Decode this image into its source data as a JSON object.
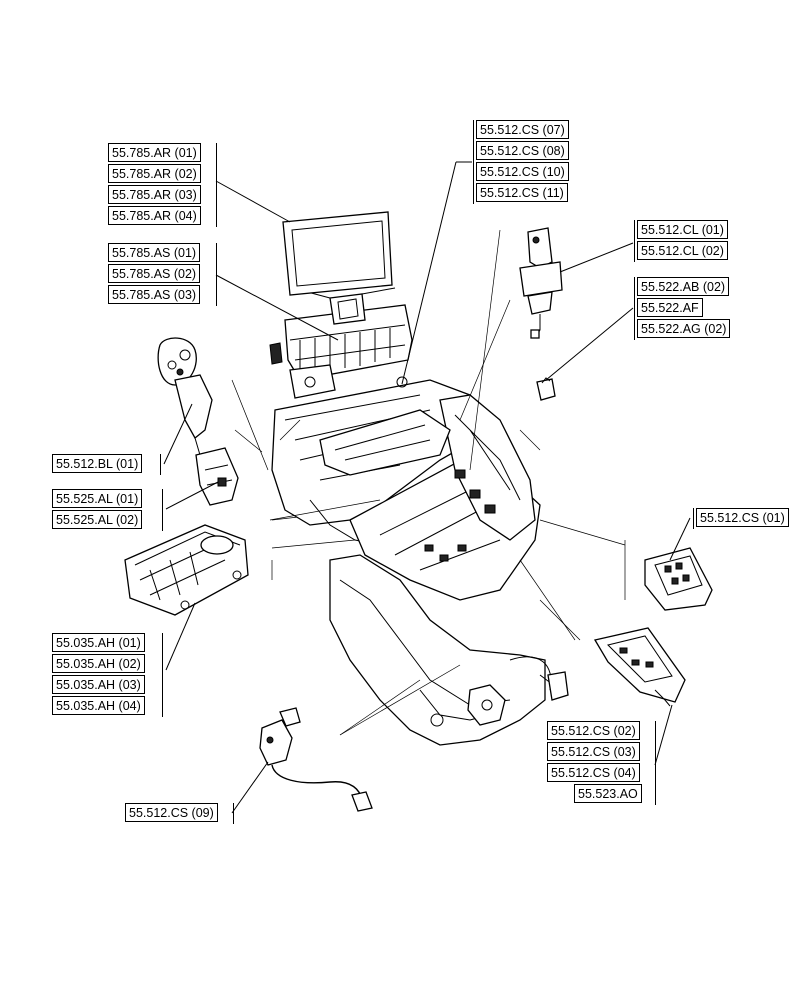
{
  "diagram": {
    "labels": {
      "ar01": "55.785.AR (01)",
      "ar02": "55.785.AR (02)",
      "ar03": "55.785.AR (03)",
      "ar04": "55.785.AR (04)",
      "as01": "55.785.AS (01)",
      "as02": "55.785.AS (02)",
      "as03": "55.785.AS (03)",
      "cs07": "55.512.CS (07)",
      "cs08": "55.512.CS (08)",
      "cs10": "55.512.CS (10)",
      "cs11": "55.512.CS (11)",
      "cl01": "55.512.CL (01)",
      "cl02": "55.512.CL (02)",
      "ab02": "55.522.AB (02)",
      "af": "55.522.AF",
      "ag02": "55.522.AG (02)",
      "bl01": "55.512.BL (01)",
      "al01": "55.525.AL (01)",
      "al02": "55.525.AL (02)",
      "cs01": "55.512.CS (01)",
      "ah01": "55.035.AH (01)",
      "ah02": "55.035.AH (02)",
      "ah03": "55.035.AH (03)",
      "ah04": "55.035.AH (04)",
      "cs02": "55.512.CS (02)",
      "cs03": "55.512.CS (03)",
      "cs04": "55.512.CS (04)",
      "ao": "55.523.AO",
      "cs09": "55.512.CS (09)"
    }
  }
}
